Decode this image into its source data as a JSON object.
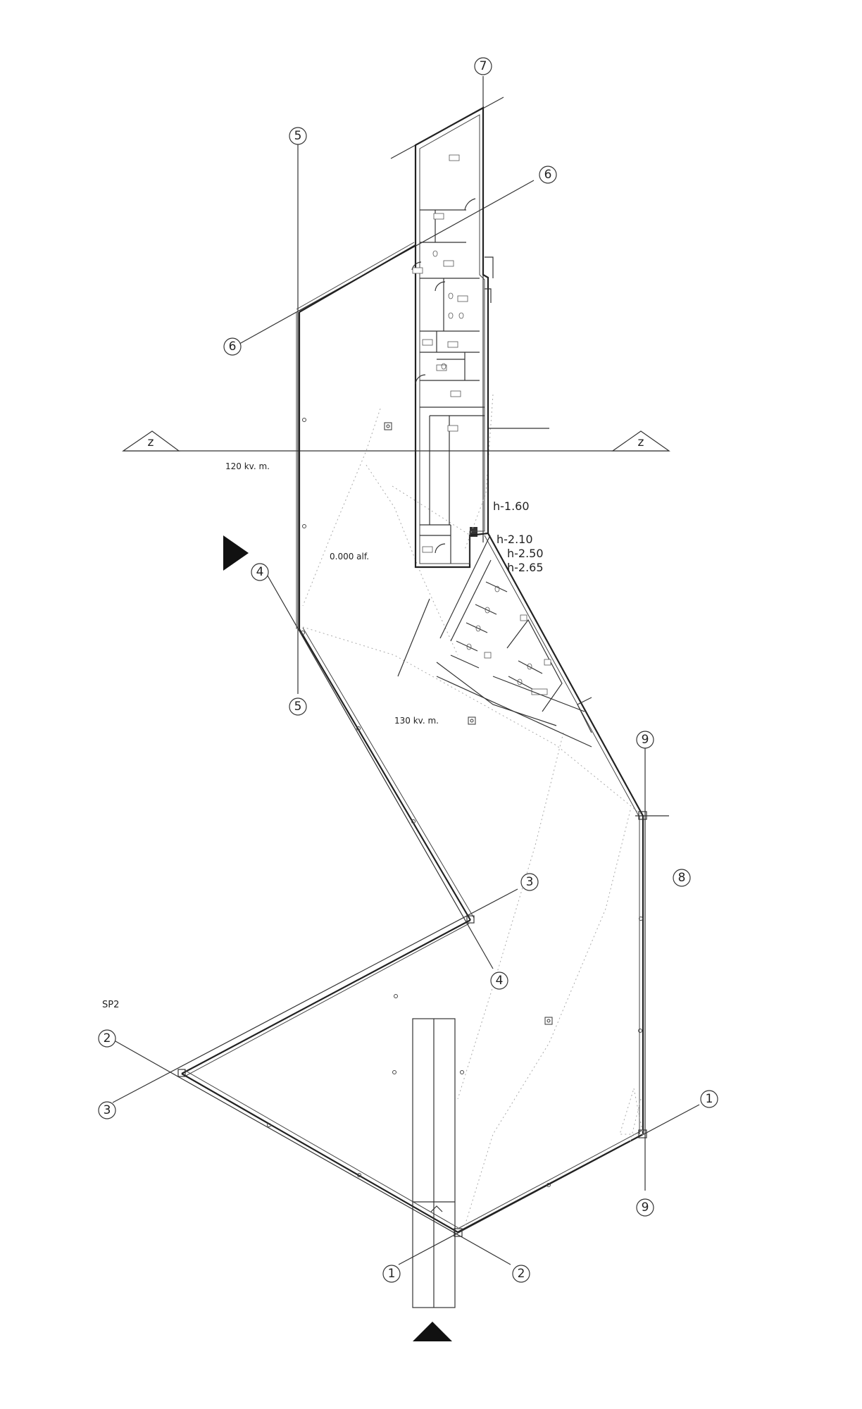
{
  "axis_labels": {
    "a1_top": "1",
    "a1_bottom": "1",
    "a2_left": "2",
    "a2_bottom": "2",
    "a3_right": "3",
    "a3_left": "3",
    "a4_top": "4",
    "a4_bottom": "4",
    "a5_top": "5",
    "a5_bottom": "5",
    "a6_right": "6",
    "a6_left": "6",
    "a7_top": "7",
    "a8": "8",
    "a9_top": "9",
    "a9_bottom": "9"
  },
  "section_markers": {
    "left": "z",
    "right": "z"
  },
  "texts": {
    "area_120": "120 kv. m.",
    "area_130": "130 kv. m.",
    "level_0": "0.000 alf.",
    "h1": "h-1.60",
    "h2": "h-2.10",
    "h3": "h-2.50",
    "h4": "h-2.65",
    "sp2": "SP2"
  },
  "colors": {
    "line": "#222222",
    "background": "#ffffff",
    "arrow": "#111111"
  }
}
